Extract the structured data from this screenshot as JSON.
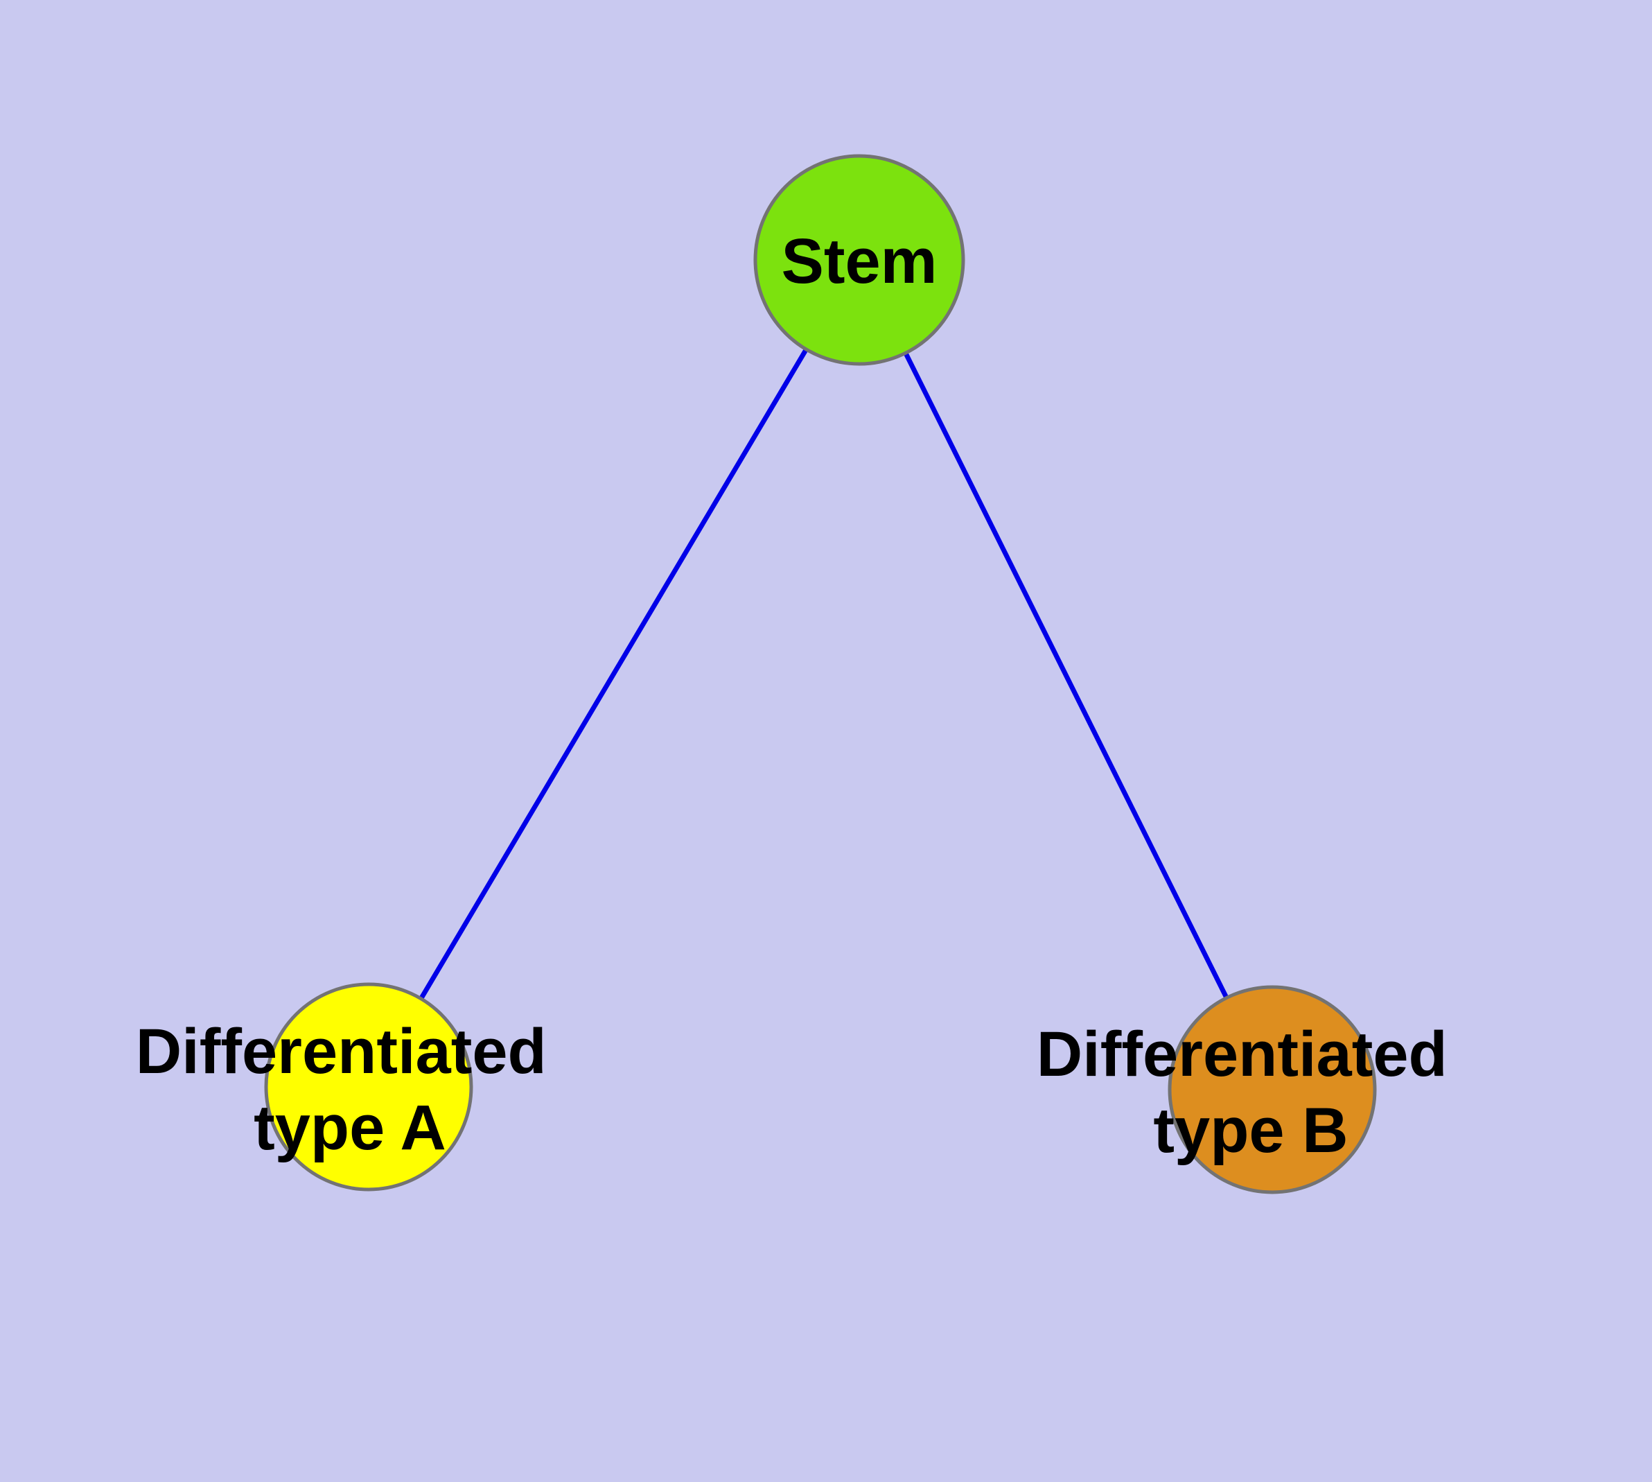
{
  "diagram": {
    "background_color": "#c9c9f0",
    "edge_color": "#0000e8",
    "node_border_color": "#737373",
    "label_color": "#000000",
    "nodes": [
      {
        "id": "stem",
        "label": "Stem",
        "color": "#7ce20e"
      },
      {
        "id": "differentiated-type-a",
        "label_line1": "Differentiated",
        "label_line2": "type A",
        "color": "#ffff00"
      },
      {
        "id": "differentiated-type-b",
        "label_line1": "Differentiated",
        "label_line2": "type B",
        "color": "#dd8e1f"
      }
    ],
    "edges": [
      {
        "from": "Stem",
        "to": "Differentiated type A"
      },
      {
        "from": "Stem",
        "to": "Differentiated type B"
      }
    ]
  }
}
